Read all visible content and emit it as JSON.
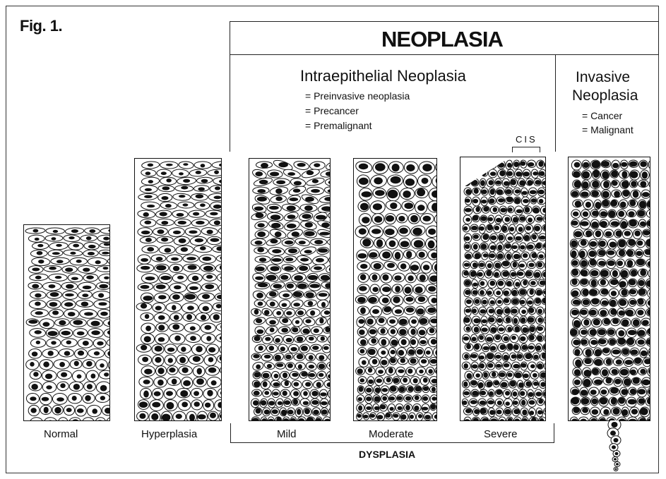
{
  "figure": {
    "title": "Fig. 1.",
    "neoplasia": "NEOPLASIA",
    "intraepithelial": {
      "title": "Intraepithelial Neoplasia",
      "items": [
        "= Preinvasive neoplasia",
        "= Precancer",
        "= Premalignant"
      ]
    },
    "invasive": {
      "title_line1": "Invasive",
      "title_line2": "Neoplasia",
      "items": [
        "= Cancer",
        "= Malignant"
      ]
    },
    "cis": "CIS",
    "panels": {
      "normal": "Normal",
      "hyperplasia": "Hyperplasia",
      "mild": "Mild",
      "moderate": "Moderate",
      "severe": "Severe"
    },
    "dysplasia": "DYSPLASIA"
  }
}
